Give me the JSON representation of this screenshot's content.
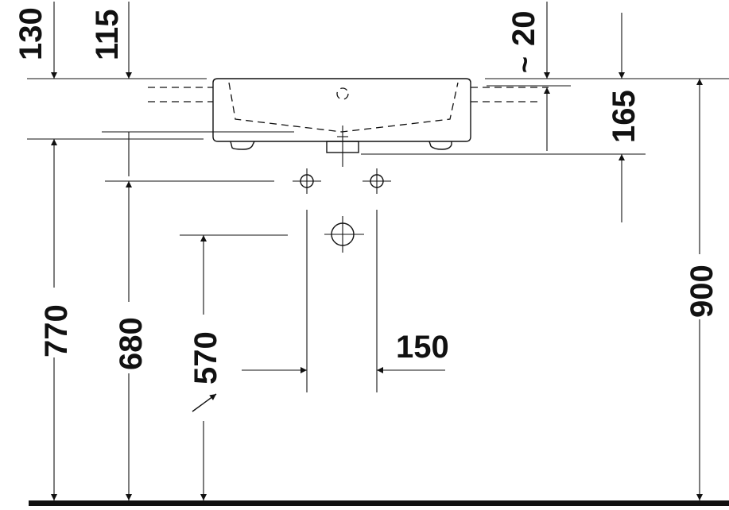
{
  "dimensions": {
    "d130": "130",
    "d115": "115",
    "d20": "20",
    "d20_prefix": "~",
    "d165": "165",
    "d770": "770",
    "d680": "680",
    "d570": "570",
    "d150": "150",
    "d900": "900"
  }
}
